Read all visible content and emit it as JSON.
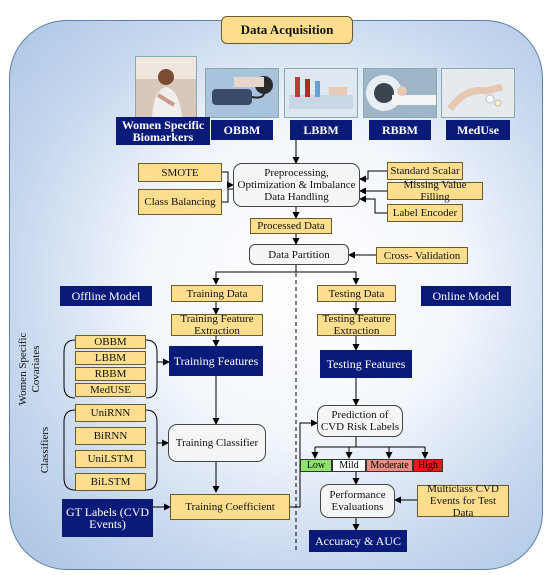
{
  "title": "Data Acquisition",
  "biomarkers": [
    {
      "label": "Women Specific Biomarkers",
      "icon": "woman-photo"
    },
    {
      "label": "OBBM",
      "icon": "blood-pressure-photo"
    },
    {
      "label": "LBBM",
      "icon": "blood-sample-photo"
    },
    {
      "label": "RBBM",
      "icon": "mri-scan-photo"
    },
    {
      "label": "MedUse",
      "icon": "medication-photo"
    }
  ],
  "preprocessing": {
    "main": "Preprocessing, Optimization & Imbalance Data Handling",
    "left": [
      "SMOTE",
      "Class Balancing"
    ],
    "right": [
      "Standard Scalar",
      "Missing Value Filling",
      "Label Encoder"
    ]
  },
  "processed_data": "Processed Data",
  "data_partition": "Data Partition",
  "cross_validation": "Cross- Validation",
  "offline_model": "Offline Model",
  "online_model": "Online Model",
  "training": {
    "data": "Training Data",
    "feature_extraction": "Training Feature Extraction",
    "features": "Training Features",
    "classifier": "Training Classifier",
    "coefficient": "Training Coefficient"
  },
  "testing": {
    "data": "Testing Data",
    "feature_extraction": "Testing Feature Extraction",
    "features": "Testing Features",
    "prediction": "Prediction of CVD Risk Labels",
    "performance": "Performance Evaluations",
    "multiclass": "Multiclass CVD Events for Test Data",
    "accuracy": "Accuracy & AUC"
  },
  "covariates": {
    "label": "Women Specific Covariates",
    "items": [
      "OBBM",
      "LBBM",
      "RBBM",
      "MedUSE"
    ]
  },
  "classifiers": {
    "label": "Classifiers",
    "items": [
      "UniRNN",
      "BiRNN",
      "UniLSTM",
      "BiLSTM"
    ]
  },
  "gt_labels": "GT Labels (CVD Events)",
  "risk_levels": [
    {
      "label": "Low",
      "color": "#8ee36a"
    },
    {
      "label": "Mild",
      "color": "#ffffff"
    },
    {
      "label": "Moderate",
      "color": "#f08c82"
    },
    {
      "label": "High",
      "color": "#e41b12"
    }
  ],
  "colors": {
    "yellow_box": "#fcde8e",
    "navy_box": "#0a1a78",
    "frame_gradient_edge": "#a9c3e3"
  }
}
